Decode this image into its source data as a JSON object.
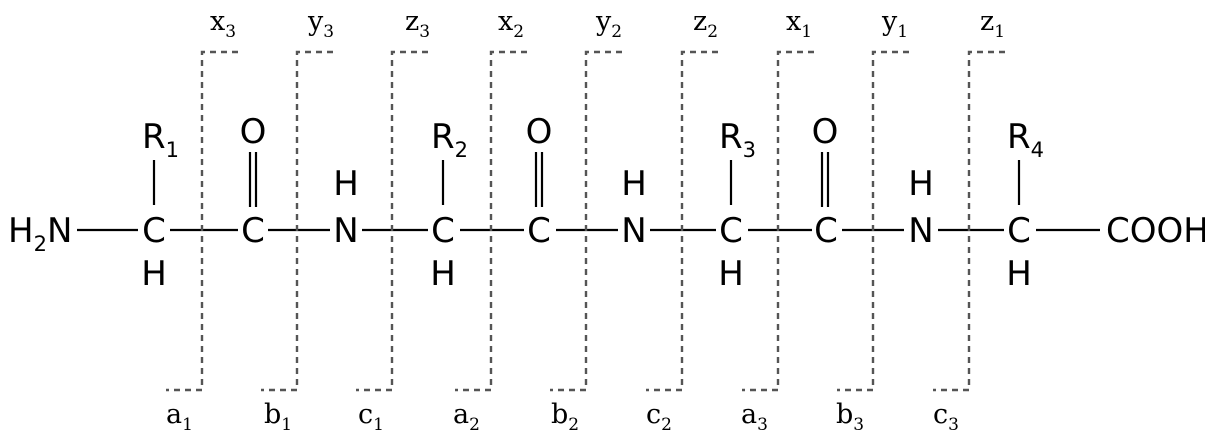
{
  "backbone": [
    {
      "text": "H",
      "sub": "2",
      "tail": "N"
    },
    {
      "text": "C",
      "sub": "",
      "tail": ""
    },
    {
      "text": "C",
      "sub": "",
      "tail": ""
    },
    {
      "text": "N",
      "sub": "",
      "tail": ""
    },
    {
      "text": "C",
      "sub": "",
      "tail": ""
    },
    {
      "text": "C",
      "sub": "",
      "tail": ""
    },
    {
      "text": "N",
      "sub": "",
      "tail": ""
    },
    {
      "text": "C",
      "sub": "",
      "tail": ""
    },
    {
      "text": "C",
      "sub": "",
      "tail": ""
    },
    {
      "text": "N",
      "sub": "",
      "tail": ""
    },
    {
      "text": "C",
      "sub": "",
      "tail": ""
    },
    {
      "text": "COOH",
      "sub": "",
      "tail": ""
    }
  ],
  "side_groups": [
    {
      "text": "R",
      "sub": "1"
    },
    {
      "text": "R",
      "sub": "2"
    },
    {
      "text": "R",
      "sub": "3"
    },
    {
      "text": "R",
      "sub": "4"
    }
  ],
  "alpha_hydrogen": "H",
  "amide_hydrogen": "H",
  "carbonyl_oxygen": "O",
  "top_fragments": [
    {
      "letter": "x",
      "sub": "3"
    },
    {
      "letter": "y",
      "sub": "3"
    },
    {
      "letter": "z",
      "sub": "3"
    },
    {
      "letter": "x",
      "sub": "2"
    },
    {
      "letter": "y",
      "sub": "2"
    },
    {
      "letter": "z",
      "sub": "2"
    },
    {
      "letter": "x",
      "sub": "1"
    },
    {
      "letter": "y",
      "sub": "1"
    },
    {
      "letter": "z",
      "sub": "1"
    }
  ],
  "bottom_fragments": [
    {
      "letter": "a",
      "sub": "1"
    },
    {
      "letter": "b",
      "sub": "1"
    },
    {
      "letter": "c",
      "sub": "1"
    },
    {
      "letter": "a",
      "sub": "2"
    },
    {
      "letter": "b",
      "sub": "2"
    },
    {
      "letter": "c",
      "sub": "2"
    },
    {
      "letter": "a",
      "sub": "3"
    },
    {
      "letter": "b",
      "sub": "3"
    },
    {
      "letter": "c",
      "sub": "3"
    }
  ]
}
